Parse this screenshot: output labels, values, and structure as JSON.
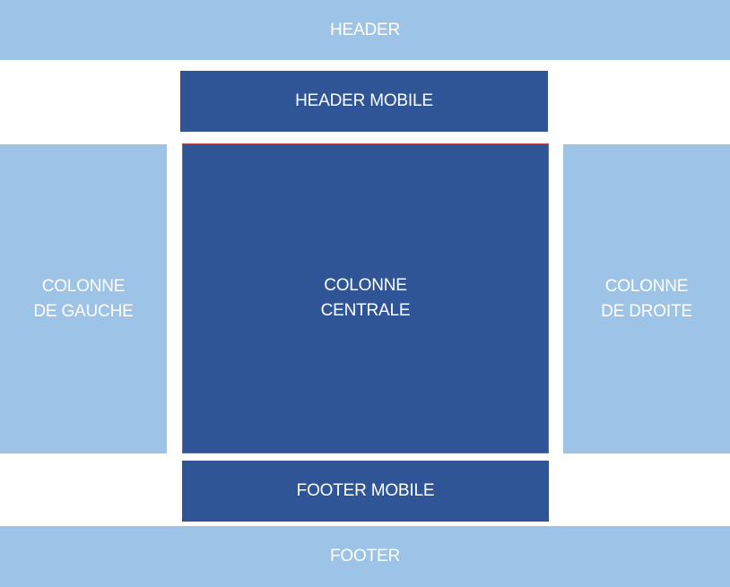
{
  "colors": {
    "light": "#9dc3e6",
    "dark": "#2f5597",
    "text": "#ffffff",
    "center_border": "#c0504d"
  },
  "header": {
    "label": "HEADER"
  },
  "header_mobile": {
    "label": "HEADER MOBILE"
  },
  "col_left": {
    "line1": "COLONNE",
    "line2": "DE GAUCHE"
  },
  "col_center": {
    "line1": "COLONNE",
    "line2": "CENTRALE"
  },
  "col_right": {
    "line1": "COLONNE",
    "line2": "DE DROITE"
  },
  "footer_mobile": {
    "label": "FOOTER MOBILE"
  },
  "footer": {
    "label": "FOOTER"
  }
}
